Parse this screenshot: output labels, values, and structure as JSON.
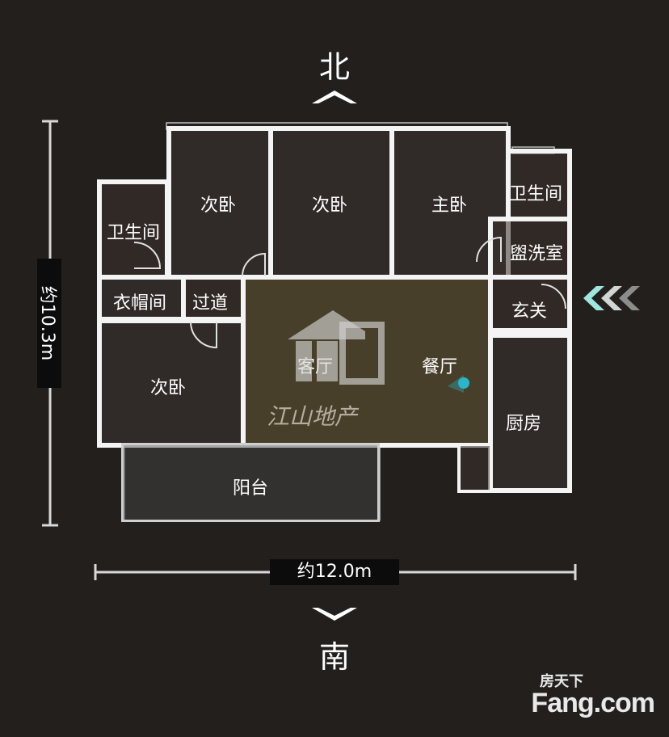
{
  "compass": {
    "north": "北",
    "south": "南"
  },
  "dimensions": {
    "height": "约10.3m",
    "width": "约12.0m"
  },
  "rooms": {
    "bath_left": "卫生间",
    "bedroom_nw": "次卧",
    "bedroom_n": "次卧",
    "master": "主卧",
    "bath_right": "卫生间",
    "washroom": "盥洗室",
    "wardrobe": "衣帽间",
    "corridor": "过道",
    "entrance": "玄关",
    "living": "客厅",
    "dining": "餐厅",
    "bedroom_sw": "次卧",
    "kitchen": "厨房",
    "balcony": "阳台"
  },
  "watermark": {
    "text": "江山地产"
  },
  "brand": {
    "top": "房天下",
    "main": "Fang.com"
  },
  "colors": {
    "wall": "#f4f4f4",
    "accent": "#29b6c9",
    "background": "#231f1d"
  }
}
